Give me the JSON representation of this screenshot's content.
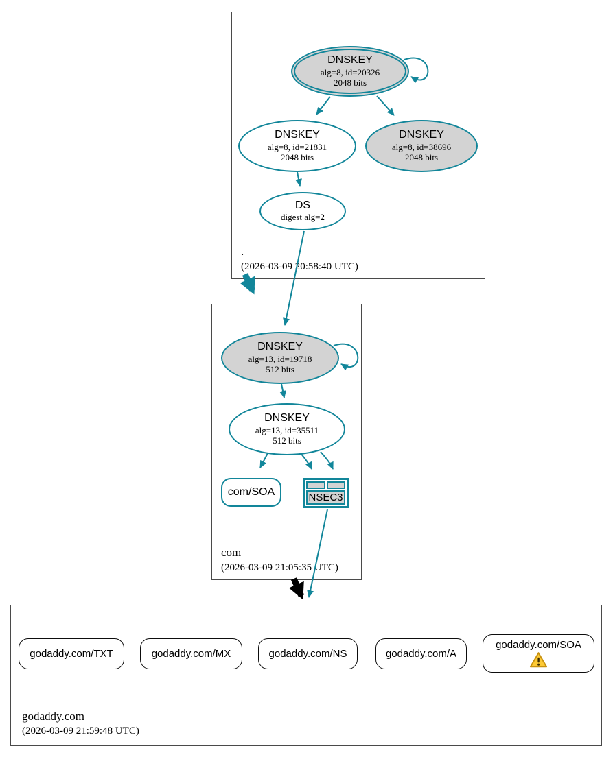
{
  "colors": {
    "secure_edge": "#12869a",
    "insecure_edge": "#000000",
    "node_gray_fill": "#d3d3d3",
    "warning_fill": "#fdca35",
    "warning_border": "#c89211"
  },
  "zones": {
    "root": {
      "label": ".",
      "timestamp": "(2026-03-09 20:58:40 UTC)",
      "nodes": {
        "ksk": {
          "title": "DNSKEY",
          "alg": "alg=8, id=20326",
          "bits": "2048 bits"
        },
        "zsk": {
          "title": "DNSKEY",
          "alg": "alg=8, id=21831",
          "bits": "2048 bits"
        },
        "key38696": {
          "title": "DNSKEY",
          "alg": "alg=8, id=38696",
          "bits": "2048 bits"
        },
        "ds": {
          "title": "DS",
          "digest": "digest alg=2"
        }
      }
    },
    "com": {
      "label": "com",
      "timestamp": "(2026-03-09 21:05:35 UTC)",
      "nodes": {
        "ksk": {
          "title": "DNSKEY",
          "alg": "alg=13, id=19718",
          "bits": "512 bits"
        },
        "zsk": {
          "title": "DNSKEY",
          "alg": "alg=13, id=35511",
          "bits": "512 bits"
        },
        "soa": {
          "label": "com/SOA"
        },
        "nsec3": {
          "label": "NSEC3"
        }
      }
    },
    "godaddy": {
      "label": "godaddy.com",
      "timestamp": "(2026-03-09 21:59:48 UTC)",
      "rrsets": [
        {
          "label": "godaddy.com/TXT"
        },
        {
          "label": "godaddy.com/MX"
        },
        {
          "label": "godaddy.com/NS"
        },
        {
          "label": "godaddy.com/A"
        },
        {
          "label": "godaddy.com/SOA",
          "warning": "true"
        }
      ]
    }
  }
}
